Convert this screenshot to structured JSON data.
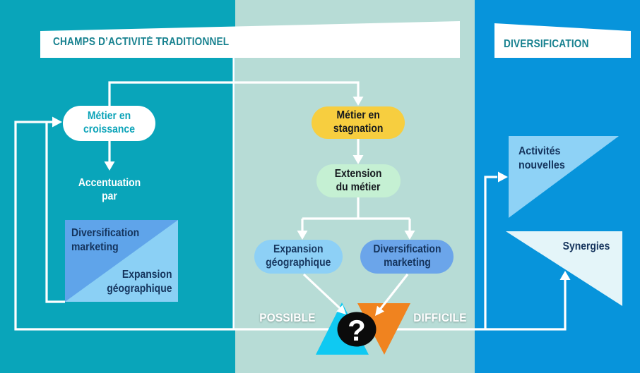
{
  "banners": {
    "left": "CHAMPS D’ACTIVITÉ TRADITIONNEL",
    "right": "DIVERSIFICATION"
  },
  "left_column": {
    "metier_croissance": "Métier en\ncroissance",
    "accentuation": "Accentuation\npar",
    "matrix": {
      "top_left": "Diversification\nmarketing",
      "bottom_right": "Expansion\ngéographique"
    }
  },
  "middle_column": {
    "metier_stagnation": "Métier en\nstagnation",
    "extension": "Extension\ndu métier",
    "expansion_geographique": "Expansion\ngéographique",
    "diversification_marketing": "Diversification\nmarketing",
    "possible": "POSSIBLE",
    "difficile": "DIFFICILE",
    "question_mark": "?"
  },
  "right_column": {
    "activites_nouvelles": "Activités\nnouvelles",
    "synergies": "Synergies"
  },
  "colors": {
    "band_left_teal": "#09a5ba",
    "band_middle_mint": "#b7dcd6",
    "band_right_blue": "#0794db",
    "banner_text_teal": "#17818f",
    "pill_yellow": "#f7ce3f",
    "pill_green": "#c5f0d3",
    "pill_light_blue": "#8dd0f6",
    "pill_medium_blue": "#6ba5ea",
    "matrix_dark_blue": "#5fa4ea",
    "matrix_light_blue": "#8bd0f5",
    "triangle_cyan": "#0fc9f2",
    "triangle_orange": "#f0831f",
    "triangle_activites": "#8ed2f6",
    "triangle_synergies": "#e4f5f9",
    "navy_text": "#14335c",
    "connector_white": "#ffffff"
  }
}
